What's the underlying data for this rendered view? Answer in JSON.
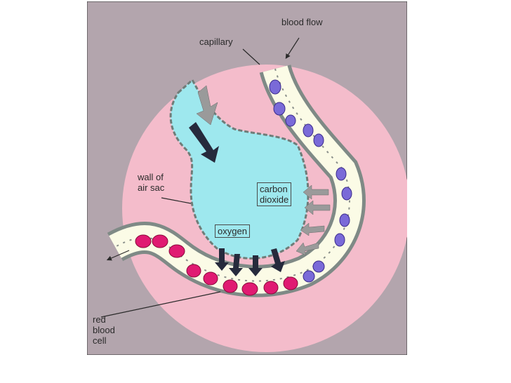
{
  "labels": {
    "blood_flow": "blood flow",
    "capillary": "capillary",
    "wall_of_air_sac_line1": "wall of",
    "wall_of_air_sac_line2": "air sac",
    "carbon_dioxide_line1": "carbon",
    "carbon_dioxide_line2": "dioxide",
    "oxygen": "oxygen",
    "red_blood_cell_line1": "red",
    "red_blood_cell_line2": "blood",
    "red_blood_cell_line3": "cell"
  },
  "colors": {
    "background": "#b3a5ad",
    "tissue_pink": "#f4bccb",
    "air_space": "#9ee8ee",
    "plasma": "#fbfbe6",
    "wall": "#7f8a86",
    "oxygenated_cell": "#e01a72",
    "deoxygenated_cell": "#7a6ad8",
    "oxygen_arrow": "#262a3c",
    "co2_arrow": "#9a9a9a"
  }
}
